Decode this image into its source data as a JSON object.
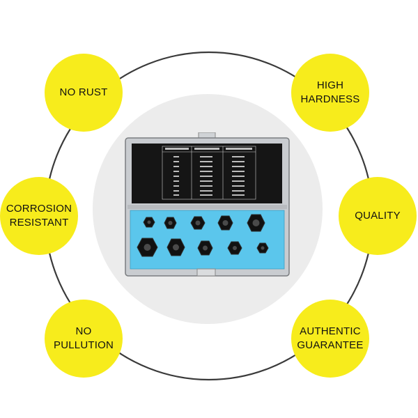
{
  "colors": {
    "badge_fill": "#f7ec1c",
    "ring_stroke": "#3a3a3a",
    "center_disc": "#ececec",
    "tray_blue": "#5bc6ec",
    "case_metal": "#c9ccd0",
    "lid_black": "#151515"
  },
  "features": {
    "no_rust": {
      "line1": "NO RUST"
    },
    "high_hardness": {
      "line1": "HIGH",
      "line2": "HARDNESS"
    },
    "corrosion_resistant": {
      "line1": "CORROSION",
      "line2": "RESISTANT"
    },
    "quality": {
      "line1": "QUALITY"
    },
    "no_pullution": {
      "line1": "NO",
      "line2": "PULLUTION"
    },
    "authentic_guarantee": {
      "line1": "AUTHENTIC",
      "line2": "GUARANTEE"
    }
  },
  "product": {
    "name": "nut-extractor-socket-set-in-aluminium-case",
    "socket_count": 10,
    "icon": "hex-socket-icon"
  }
}
